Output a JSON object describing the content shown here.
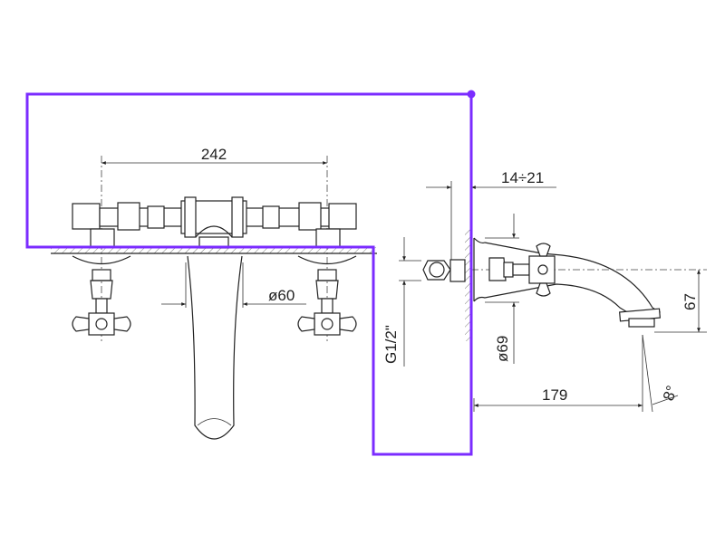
{
  "drawing": {
    "dimensions": {
      "handle_spacing": "242",
      "spout_diameter": "ø60",
      "thread": "G1/2\"",
      "wall_adjust": "14÷21",
      "flange_diameter": "ø69",
      "spout_height": "67",
      "spout_projection": "179",
      "spray_angle": "8°"
    }
  },
  "overlay": {
    "color": "#7b2cff"
  }
}
